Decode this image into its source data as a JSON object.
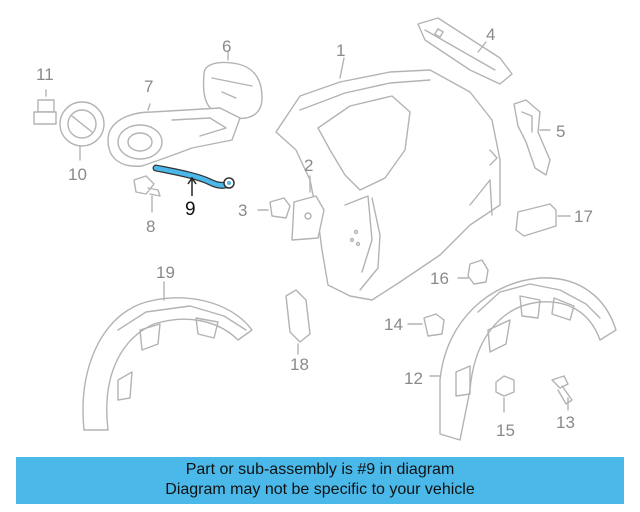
{
  "callouts": {
    "c1": "1",
    "c2": "2",
    "c3": "3",
    "c4": "4",
    "c5": "5",
    "c6": "6",
    "c7": "7",
    "c8": "8",
    "c9": "9",
    "c10": "10",
    "c11": "11",
    "c12": "12",
    "c13": "13",
    "c14": "14",
    "c15": "15",
    "c16": "16",
    "c17": "17",
    "c18": "18",
    "c19": "19"
  },
  "highlighted_part": "9",
  "colors": {
    "line_art": "#b3b3b3",
    "highlight_part": "#4ab9ea",
    "banner": "#4ab9ea"
  },
  "banner": {
    "line1": "Part or sub-assembly is #9 in diagram",
    "line2": "Diagram may not be specific to your vehicle"
  }
}
